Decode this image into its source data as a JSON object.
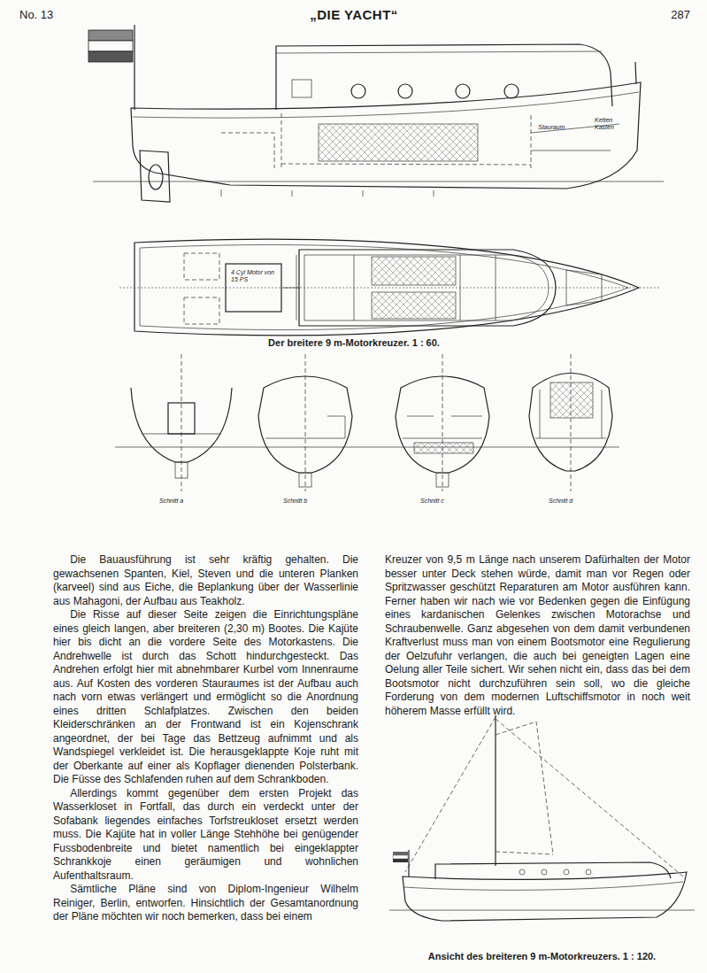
{
  "diagram": {
    "title": "„DIE YACHT“",
    "caption": "Der breitere 9 m-Motorkreuzer. 1 : 60.",
    "labels": [
      "No. 13",
      "287",
      "Stauraum",
      "Ketten Kasten",
      "4 Cyl Motor von 15 PS",
      "Schnitt a",
      "Schnitt b",
      "Schnitt c",
      "Schnitt d",
      "Ansicht des breiteren 9 m-Motorkreuzers. 1 : 120.",
      "Die Bauausführung ist sehr kräftig gehalten. Die gewachsenen Spanten, Kiel, Steven und die unteren Planken (karveel) sind aus Eiche, die Beplankung über der Wasserlinie aus Mahagoni, der Aufbau aus Teakholz.",
      "Die Risse auf dieser Seite zeigen die Einrichtungspläne eines gleich langen, aber breiteren (2,30 m) Bootes. Die Kajüte hier bis dicht an die vordere Seite des Motorkastens. Die Andrehwelle ist durch das Schott hindurchgesteckt. Das Andrehen erfolgt hier mit abnehmbarer Kurbel vom Innenraume aus. Auf Kosten des vorderen Stauraumes ist der Aufbau auch nach vorn etwas verlängert und ermöglicht so die Anordnung eines dritten Schlafplatzes. Zwischen den beiden Kleiderschränken an der Frontwand ist ein Kojenschrank angeordnet, der bei Tage das Bettzeug aufnimmt und als Wandspiegel verkleidet ist. Die herausgeklappte Koje ruht mit der Oberkante auf einer als Kopflager dienenden Polsterbank. Die Füsse des Schlafenden ruhen auf dem Schrankboden.",
      "Allerdings kommt gegenüber dem ersten Projekt das Wasserkloset in Fortfall, das durch ein verdeckt unter der Sofabank liegendes einfaches Torfstreukloset ersetzt werden muss. Die Kajüte hat in voller Länge Stehhöhe bei genügender Fussbodenbreite und bietet namentlich bei eingeklappter Schrankkoje einen geräumigen und wohnlichen Aufenthaltsraum.",
      "Sämtliche Pläne sind von Diplom-Ingenieur Wilhelm Reiniger, Berlin, entworfen. Hinsichtlich der Gesamtanordnung der Pläne möchten wir noch bemerken, dass bei einem",
      "Kreuzer von 9,5 m Länge nach unserem Dafürhalten der Motor besser unter Deck stehen würde, damit man vor Regen oder Spritzwasser geschützt Reparaturen am Motor ausführen kann. Ferner haben wir nach wie vor Bedenken gegen die Einfügung eines kardanischen Gelenkes zwischen Motorachse und Schraubenwelle. Ganz abgesehen von dem damit verbundenen Kraftverlust muss man von einem Bootsmotor eine Regulierung der Oelzufuhr verlangen, die auch bei geneigten Lagen eine Oelung aller Teile sichert. Wir sehen nicht ein, dass das bei dem Bootsmotor nicht durchzuführen sein soll, wo die gleiche Forderung von dem modernen Luftschiffsmotor in noch weit höherem Masse erfüllt wird."
    ]
  }
}
